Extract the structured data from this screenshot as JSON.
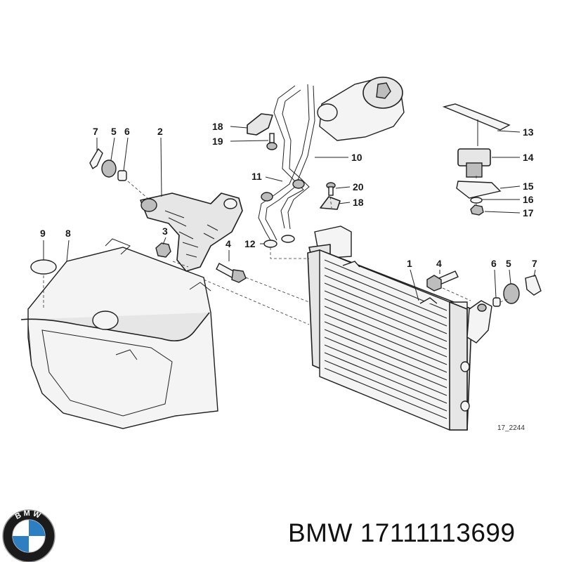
{
  "diagram": {
    "callouts": [
      {
        "id": "c7a",
        "text": "7"
      },
      {
        "id": "c5a",
        "text": "5"
      },
      {
        "id": "c6a",
        "text": "6"
      },
      {
        "id": "c2",
        "text": "2"
      },
      {
        "id": "c18a",
        "text": "18"
      },
      {
        "id": "c19",
        "text": "19"
      },
      {
        "id": "c10",
        "text": "10"
      },
      {
        "id": "c11",
        "text": "11"
      },
      {
        "id": "c20",
        "text": "20"
      },
      {
        "id": "c18b",
        "text": "18"
      },
      {
        "id": "c12",
        "text": "12"
      },
      {
        "id": "c9",
        "text": "9"
      },
      {
        "id": "c8",
        "text": "8"
      },
      {
        "id": "c3",
        "text": "3"
      },
      {
        "id": "c4a",
        "text": "4"
      },
      {
        "id": "c13",
        "text": "13"
      },
      {
        "id": "c14",
        "text": "14"
      },
      {
        "id": "c15",
        "text": "15"
      },
      {
        "id": "c16",
        "text": "16"
      },
      {
        "id": "c17",
        "text": "17"
      },
      {
        "id": "c1",
        "text": "1"
      },
      {
        "id": "c4b",
        "text": "4"
      },
      {
        "id": "c6b",
        "text": "6"
      },
      {
        "id": "c5b",
        "text": "5"
      },
      {
        "id": "c7b",
        "text": "7"
      }
    ],
    "reference_code": "17_2244"
  },
  "brand": {
    "logo_letters": "BMW",
    "part_label": "BMW 17111113699"
  },
  "colors": {
    "logo_blue": "#2d7fc1",
    "logo_ring": "#1b1b1b",
    "ink": "#1f1f1f"
  }
}
